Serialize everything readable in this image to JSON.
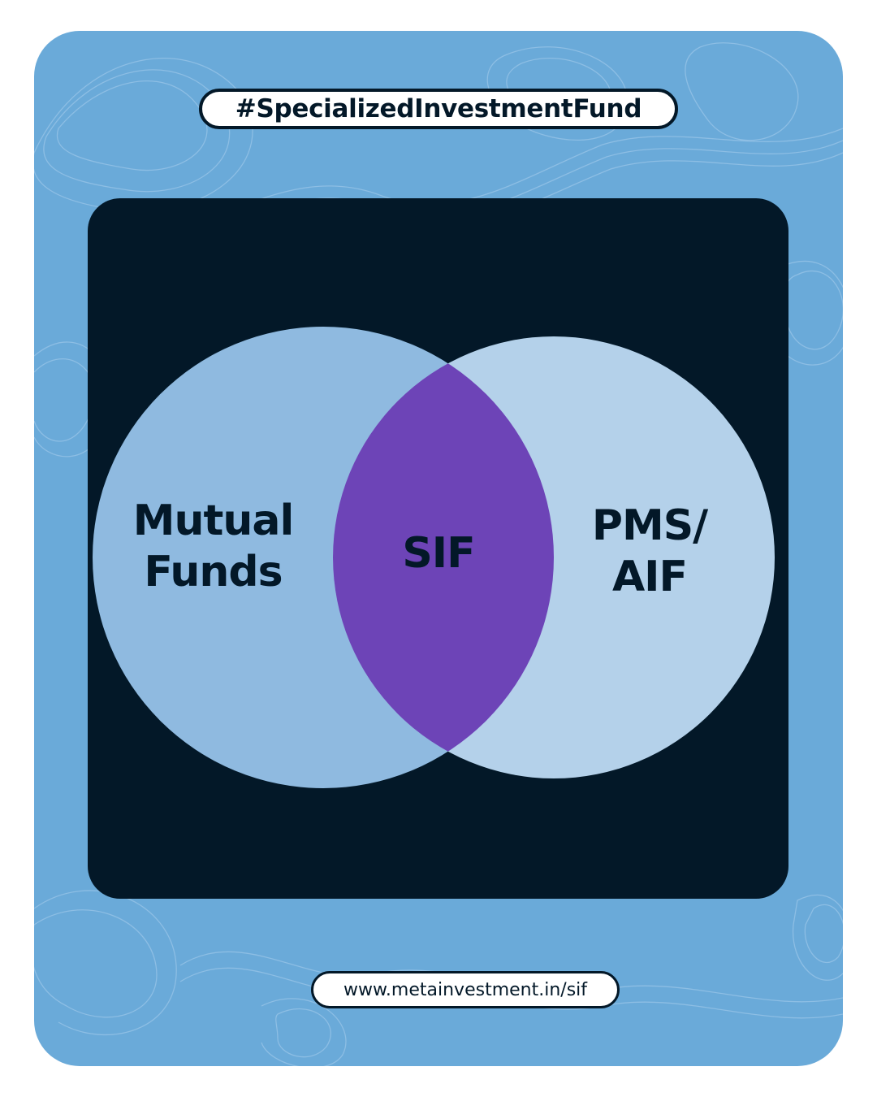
{
  "header": {
    "hashtag": "#SpecializedInvestmentFund"
  },
  "diagram": {
    "type": "venn",
    "sets": [
      {
        "label_line1": "Mutual",
        "label_line2": "Funds",
        "color": "#8fbae0"
      },
      {
        "label_line1": "PMS/",
        "label_line2": "AIF",
        "color": "#b4d1ea"
      }
    ],
    "intersection": {
      "label": "SIF",
      "color": "#6d44b7"
    }
  },
  "footer": {
    "url": "www.metainvestment.in/sif"
  },
  "colors": {
    "background": "#6aaad9",
    "panel": "#031828",
    "text": "#031828"
  }
}
